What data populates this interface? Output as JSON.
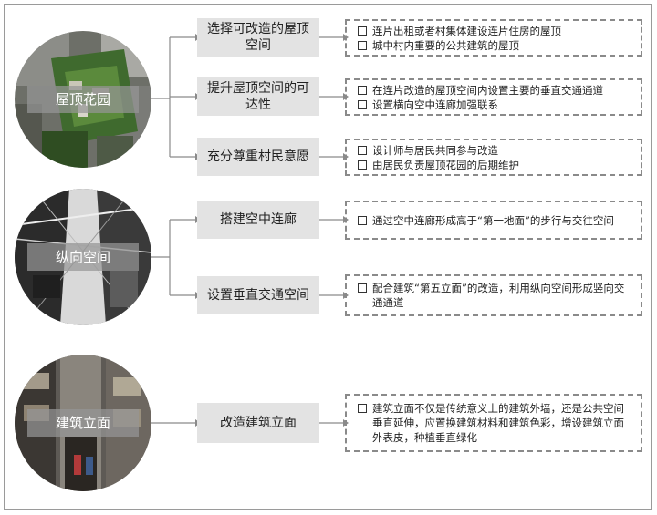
{
  "groups": [
    {
      "label": "屋顶花园",
      "items": [
        {
          "title": "选择可改造的屋顶空间",
          "desc": [
            "连片出租或者村集体建设连片住房的屋顶",
            "城中村内重要的公共建筑的屋顶"
          ]
        },
        {
          "title": "提升屋顶空间的可达性",
          "desc": [
            "在连片改造的屋顶空间内设置主要的垂直交通通道",
            "设置横向空中连廊加强联系"
          ]
        },
        {
          "title": "充分尊重村民意愿",
          "desc": [
            "设计师与居民共同参与改造",
            "由居民负责屋顶花园的后期维护"
          ]
        }
      ]
    },
    {
      "label": "纵向空间",
      "items": [
        {
          "title": "搭建空中连廊",
          "desc": [
            "通过空中连廊形成高于“第一地面”的步行与交往空间"
          ]
        },
        {
          "title": "设置垂直交通空间",
          "desc": [
            "配合建筑“第五立面”的改造，利用纵向空间形成竖向交通通道"
          ]
        }
      ]
    },
    {
      "label": "建筑立面",
      "items": [
        {
          "title": "改造建筑立面",
          "desc": [
            "建筑立面不仅是传统意义上的建筑外墙，还是公共空间垂直延伸，应置换建筑材料和建筑色彩，增设建筑立面外表皮，种植垂直绿化"
          ]
        }
      ]
    }
  ],
  "colors": {
    "box_fill": "#e3e3e3",
    "line": "#8a8a8a",
    "label_overlay": "#969696",
    "dashed_border": "#8a8a8a"
  }
}
